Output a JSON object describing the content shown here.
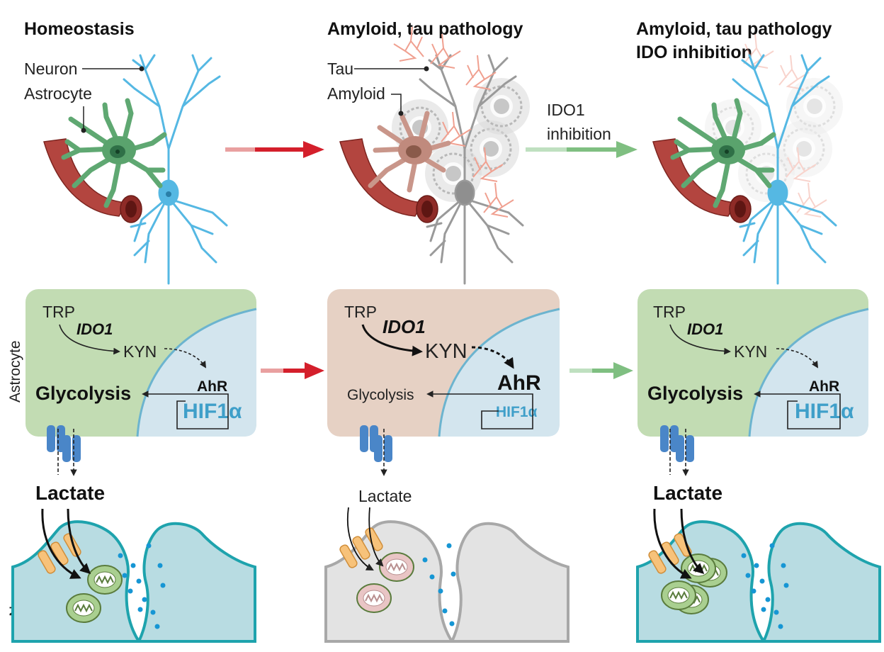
{
  "panels": [
    {
      "title": "Homeostasis",
      "title2": "",
      "labels": {
        "neuron": "Neuron",
        "astrocyte": "Astrocyte"
      },
      "pathway": {
        "trp": "TRP",
        "ido1": "IDO1",
        "kyn": "KYN",
        "ahr": "AhR",
        "hif": "HIF1α",
        "glycolysis": "Glycolysis",
        "lactate": "Lactate"
      }
    },
    {
      "title": "Amyloid, tau pathology",
      "title2": "",
      "labels": {
        "tau": "Tau",
        "amyloid": "Amyloid"
      },
      "pathway": {
        "trp": "TRP",
        "ido1": "IDO1",
        "kyn": "KYN",
        "ahr": "AhR",
        "hif": "HIF1α",
        "glycolysis": "Glycolysis",
        "lactate": "Lactate"
      }
    },
    {
      "title": "Amyloid, tau pathology",
      "title2": "IDO inhibition",
      "labels": {},
      "pathway": {
        "trp": "TRP",
        "ido1": "IDO1",
        "kyn": "KYN",
        "ahr": "AhR",
        "hif": "HIF1α",
        "glycolysis": "Glycolysis",
        "lactate": "Lactate"
      }
    }
  ],
  "arrows": {
    "inhibition_line1": "IDO1",
    "inhibition_line2": "inhibition"
  },
  "side_labels": {
    "astrocyte": "Astrocyte",
    "neuron": "Neuron"
  },
  "colors": {
    "astro_green": "#c2dcb3",
    "astro_tan": "#e6d1c4",
    "nucleus_blue": "#d3e5ee",
    "nucleus_edge": "#6cb4cf",
    "neuron_blue": "#55b8e3",
    "hif_blue": "#3f9fc9",
    "red_arrow": "#d41f2b",
    "green_arrow": "#7fbf81",
    "vessel_red": "#b3453f",
    "tau_pink": "#f0a090",
    "synapse_teal": "#b8dce2",
    "synapse_edge": "#1ea3ad",
    "synapse_grey": "#e3e3e3",
    "mito_green": "#a9cf90",
    "mito_pink": "#e9c5c5",
    "transporter_blue": "#4a86c8",
    "transporter_orange": "#f7c27a"
  }
}
